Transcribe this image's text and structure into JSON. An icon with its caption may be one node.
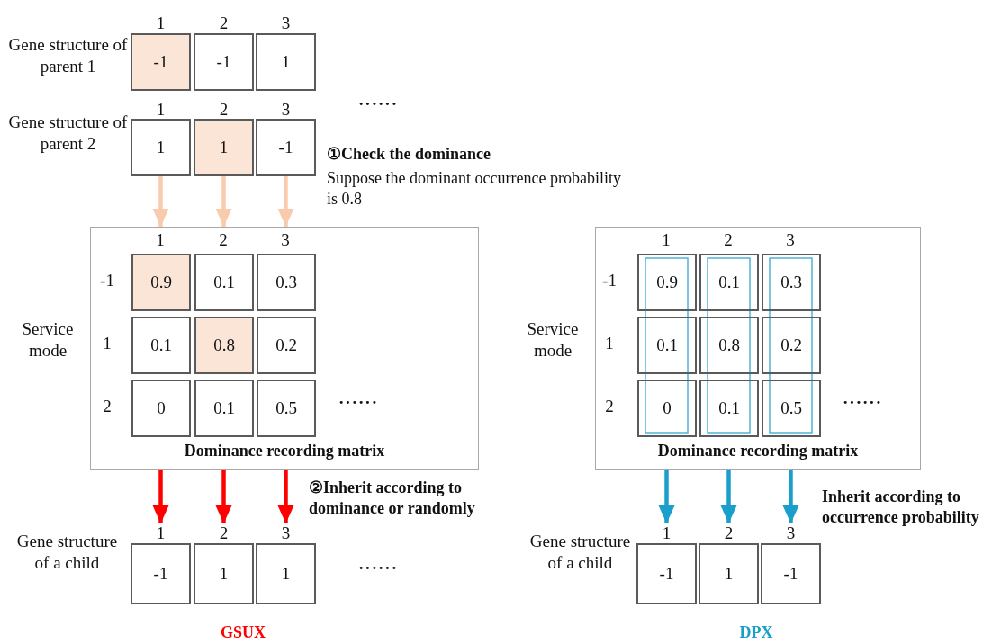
{
  "diagram": {
    "nodes": [
      {
        "text": [
          "-1"
        ]
      },
      {
        "text": [
          "-1"
        ]
      },
      {
        "text": [
          "1"
        ]
      },
      {
        "text": [
          "1"
        ]
      },
      {
        "text": [
          "1"
        ]
      },
      {
        "text": [
          "-1"
        ]
      },
      {
        "text": [
          "Dominance recording matrix"
        ]
      },
      {
        "text": [
          "0.9"
        ],
        "in": 6
      },
      {
        "text": [
          "0.1"
        ],
        "in": 6
      },
      {
        "text": [
          "0.3"
        ],
        "in": 6
      },
      {
        "text": [
          "0.1"
        ],
        "in": 6
      },
      {
        "text": [
          "0.8"
        ],
        "in": 6
      },
      {
        "text": [
          "0.2"
        ],
        "in": 6
      },
      {
        "text": [
          "0"
        ],
        "in": 6
      },
      {
        "text": [
          "0.1"
        ],
        "in": 6
      },
      {
        "text": [
          "0.5"
        ],
        "in": 6
      },
      {
        "text": [
          "Dominance recording matrix"
        ]
      },
      {
        "text": [
          "0.9"
        ],
        "in": 16
      },
      {
        "text": [
          "0.1"
        ],
        "in": 16
      },
      {
        "text": [
          "0.3"
        ],
        "in": 16
      },
      {
        "text": [
          "0.1"
        ],
        "in": 16
      },
      {
        "text": [
          "0.8"
        ],
        "in": 16
      },
      {
        "text": [
          "0.2"
        ],
        "in": 16
      },
      {
        "text": [
          "0"
        ],
        "in": 16
      },
      {
        "text": [
          "0.1"
        ],
        "in": 16
      },
      {
        "text": [
          "0.5"
        ],
        "in": 16
      },
      {
        "text": [
          "-1"
        ],
        "beside": [
          "1"
        ]
      },
      {
        "text": [
          "1"
        ],
        "beside": [
          "2"
        ]
      },
      {
        "text": [
          "1"
        ],
        "beside": [
          "3"
        ]
      },
      {
        "text": [
          "-1"
        ],
        "beside": [
          "1"
        ]
      },
      {
        "text": [
          "1"
        ],
        "beside": [
          "2"
        ]
      },
      {
        "text": [
          "-1"
        ],
        "beside": [
          "3"
        ]
      }
    ],
    "edges": [
      {
        "from": 3,
        "to": 6,
        "arrow": "to",
        "color": "#f8cbad"
      },
      {
        "from": 4,
        "to": 6,
        "arrow": "to",
        "color": "#f8cbad"
      },
      {
        "from": 5,
        "to": 6,
        "arrow": "to",
        "color": "#f8cbad"
      },
      {
        "from": 6,
        "to": 26,
        "arrow": "to",
        "color": "#ff0000"
      },
      {
        "from": 6,
        "to": 27,
        "arrow": "to",
        "color": "#ff0000"
      },
      {
        "from": 6,
        "to": 28,
        "arrow": "to",
        "color": "#ff0000"
      },
      {
        "from": 16,
        "to": 29,
        "arrow": "to",
        "color": "#1a9fcc"
      },
      {
        "from": 16,
        "to": 30,
        "arrow": "to",
        "color": "#1a9fcc"
      },
      {
        "from": 16,
        "to": 31,
        "arrow": "to",
        "color": "#1a9fcc"
      }
    ],
    "labels": [
      "1",
      "2",
      "3",
      "Gene structure of parent 1",
      "1",
      "2",
      "3",
      "······",
      "Gene structure of parent 2",
      "①Check the dominance",
      "Suppose the dominant occurrence probability is 0.8",
      "1",
      "2",
      "3",
      "1",
      "2",
      "3",
      "-1",
      "-1",
      "Service mode",
      "1",
      "Service mode",
      "1",
      "2",
      "······",
      "2",
      "······",
      "②Inherit according to dominance or randomly",
      "Inherit according to occurrence probability",
      "Gene structure of a child",
      "Gene structure of a child",
      "······",
      "GSUX",
      "DPX"
    ]
  }
}
